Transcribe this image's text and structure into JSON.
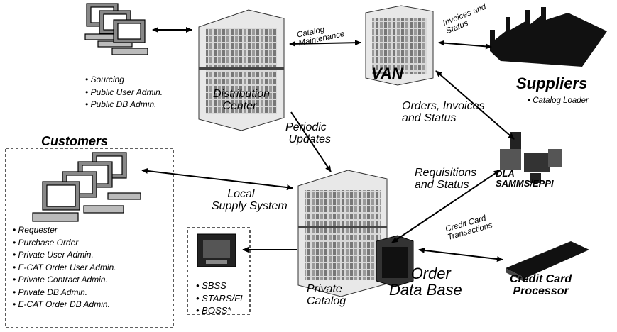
{
  "nodes": {
    "distribution_center_line1": "Distribution",
    "distribution_center_line2": "Center",
    "van": "VAN",
    "suppliers": "Suppliers",
    "catalog_loader": "Catalog Loader",
    "customers": "Customers",
    "dla": "DLA",
    "samms_eppi": "SAMMS/EPPI",
    "local_supply_line1": "Local",
    "local_supply_line2": "Supply System",
    "order_database_line1": "Order",
    "order_database_line2": "Data Base",
    "private_catalog_line1": "Private",
    "private_catalog_line2": "Catalog",
    "credit_card_processor_line1": "Credit Card",
    "credit_card_processor_line2": "Processor"
  },
  "edges": {
    "catalog_maintenance_line1": "Catalog",
    "catalog_maintenance_line2": "Maintenance",
    "invoices_and_status_line1": "Invoices and",
    "invoices_and_status_line2": "Status",
    "orders_invoices_status_line1": "Orders, Invoices",
    "orders_invoices_status_line2": "and Status",
    "periodic_updates_line1": "Periodic",
    "periodic_updates_line2": "Updates",
    "requisitions_status_line1": "Requisitions",
    "requisitions_status_line2": "and Status",
    "credit_card_transactions_line1": "Credit Card",
    "credit_card_transactions_line2": "Transactions"
  },
  "lists": {
    "public_functions": [
      "Sourcing",
      "Public User Admin.",
      "Public DB Admin."
    ],
    "customer_functions": [
      "Requester",
      "Purchase Order",
      "Private User Admin.",
      "E-CAT Order User Admin.",
      "Private Contract Admin.",
      "Private DB Admin.",
      "E-CAT Order DB Admin."
    ],
    "local_supply_systems": [
      "SBSS",
      "STARS/FL",
      "BOSS*"
    ]
  }
}
